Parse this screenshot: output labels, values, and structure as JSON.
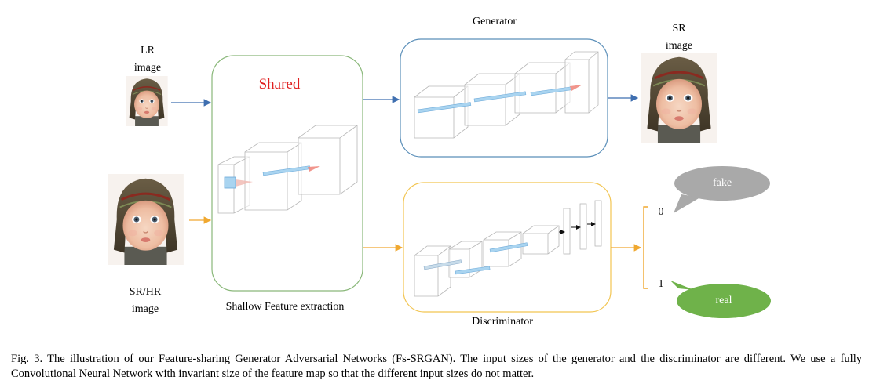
{
  "labels": {
    "lr_line1": "LR",
    "lr_line2": "image",
    "srhr_line1": "SR/HR",
    "srhr_line2": "image",
    "sr_line1": "SR",
    "sr_line2": "image",
    "generator": "Generator",
    "discriminator": "Discriminator",
    "shallow": "Shallow Feature extraction",
    "shared": "Shared",
    "fake": "fake",
    "real": "real",
    "zero": "0",
    "one": "1"
  },
  "caption": {
    "text": "Fig. 3.  The illustration of our Feature-sharing Generator Adversarial Networks (Fs-SRGAN). The input sizes of the generator and the discriminator are different. We use a fully Convolutional Neural Network with invariant size of the feature map so that the different input sizes do not matter."
  },
  "colors": {
    "generator_border": "#5b8fb9",
    "discriminator_border": "#f2c552",
    "shared_border": "#8ab87a",
    "shared_text": "#e02020",
    "blue_arrow": "#3f6fb0",
    "orange_arrow": "#f0a830",
    "fake_bubble": "#a9a9a9",
    "real_bubble": "#6fb24a"
  }
}
